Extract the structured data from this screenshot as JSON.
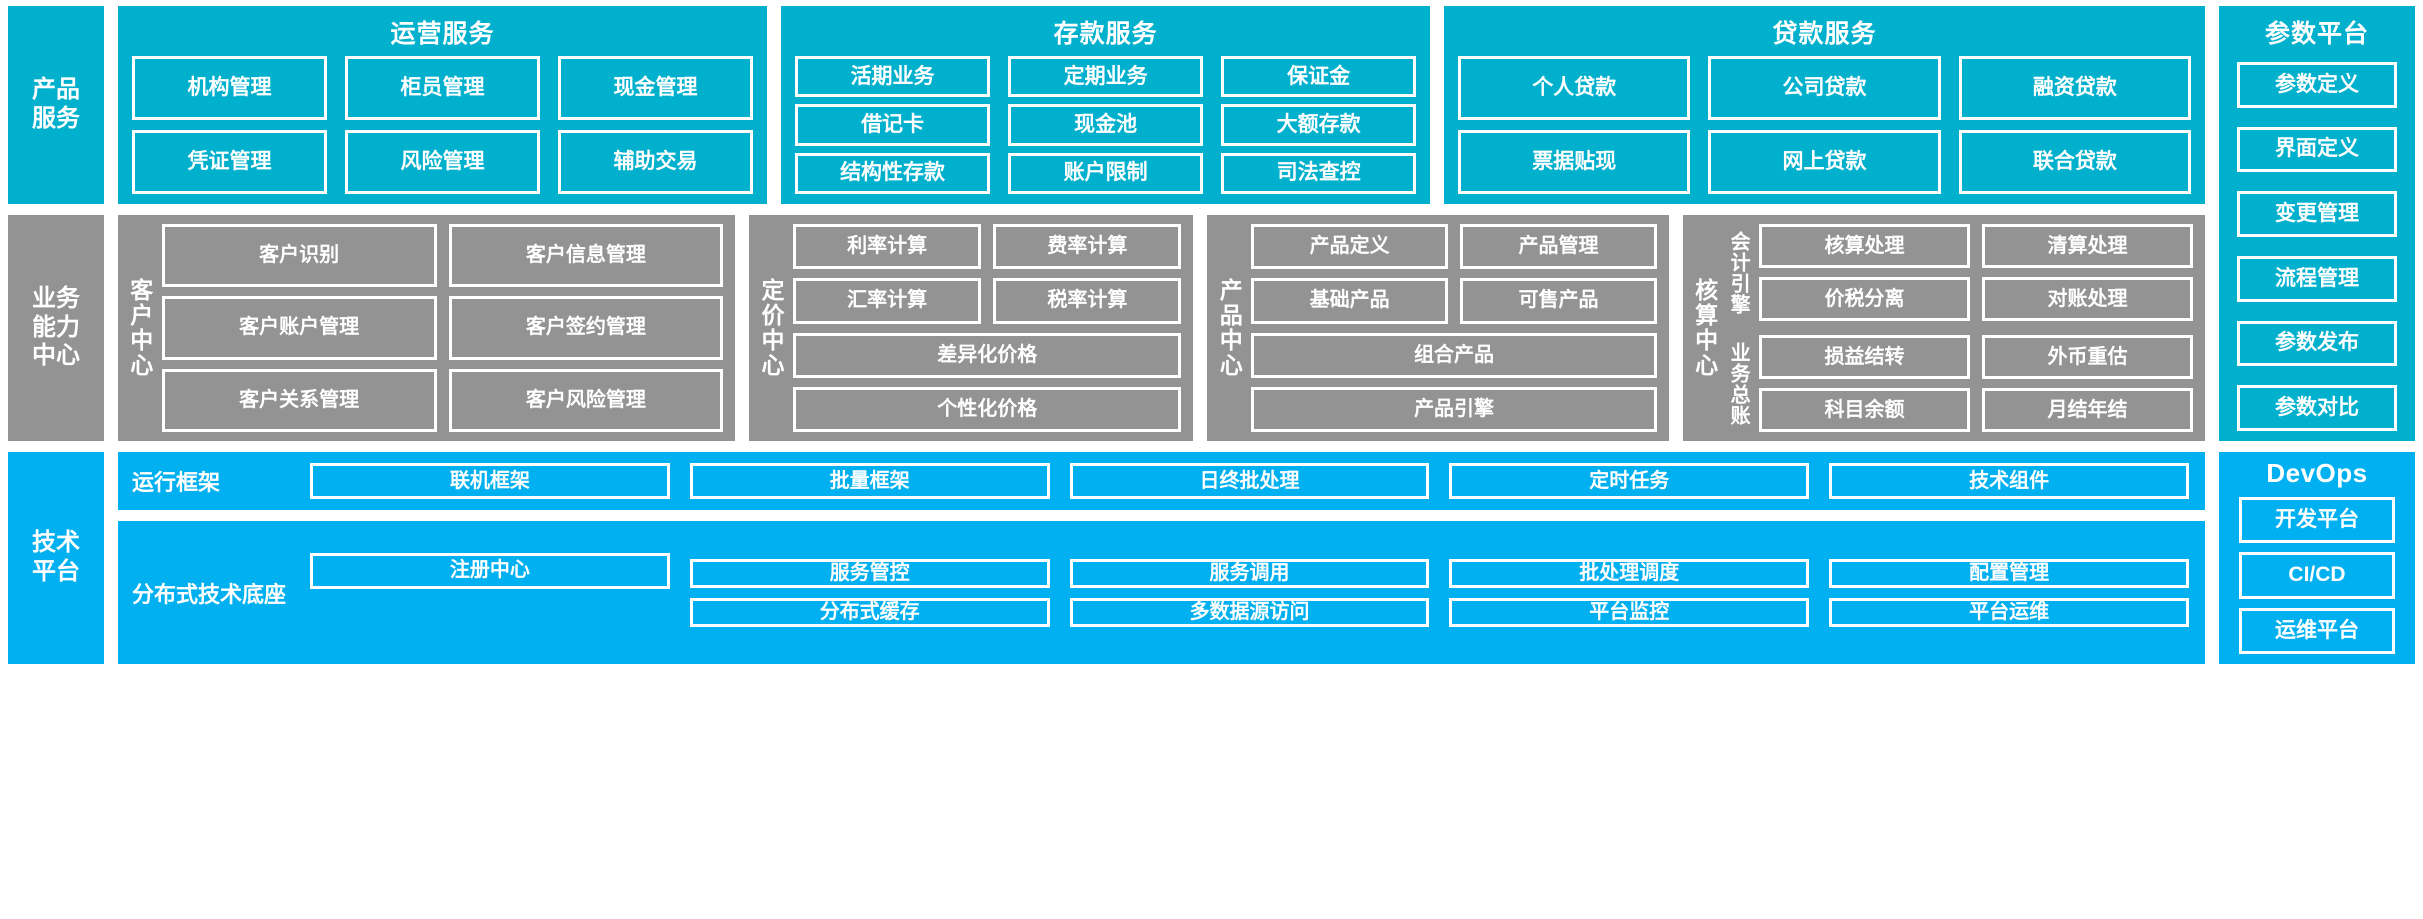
{
  "product_services": {
    "row_label": "产品\n服务",
    "groups": [
      {
        "title": "运营服务",
        "rows": [
          [
            "机构管理",
            "柜员管理",
            "现金管理"
          ],
          [
            "凭证管理",
            "风险管理",
            "辅助交易"
          ]
        ]
      },
      {
        "title": "存款服务",
        "rows": [
          [
            "活期业务",
            "定期业务",
            "保证金"
          ],
          [
            "借记卡",
            "现金池",
            "大额存款"
          ],
          [
            "结构性存款",
            "账户限制",
            "司法查控"
          ]
        ]
      },
      {
        "title": "贷款服务",
        "rows": [
          [
            "个人贷款",
            "公司贷款",
            "融资贷款"
          ],
          [
            "票据贴现",
            "网上贷款",
            "联合贷款"
          ]
        ]
      }
    ]
  },
  "parameter_platform": {
    "title": "参数平台",
    "items": [
      "参数定义",
      "界面定义",
      "变更管理",
      "流程管理",
      "参数发布",
      "参数对比"
    ]
  },
  "business_capability": {
    "row_label": "业务\n能力\n中心",
    "centers": [
      {
        "label": "客户中心",
        "rows": [
          [
            "客户识别",
            "客户信息管理"
          ],
          [
            "客户账户管理",
            "客户签约管理"
          ],
          [
            "客户关系管理",
            "客户风险管理"
          ]
        ]
      },
      {
        "label": "定价中心",
        "rows": [
          [
            "利率计算",
            "费率计算"
          ],
          [
            "汇率计算",
            "税率计算"
          ],
          [
            "差异化价格"
          ],
          [
            "个性化价格"
          ]
        ]
      },
      {
        "label": "产品中心",
        "rows": [
          [
            "产品定义",
            "产品管理"
          ],
          [
            "基础产品",
            "可售产品"
          ],
          [
            "组合产品"
          ],
          [
            "产品引擎"
          ]
        ]
      },
      {
        "label": "核算中心",
        "subgroups": [
          {
            "label": "会计引擎",
            "rows": [
              [
                "核算处理",
                "清算处理"
              ],
              [
                "价税分离",
                "对账处理"
              ]
            ]
          },
          {
            "label": "业务总账",
            "rows": [
              [
                "损益结转",
                "外币重估"
              ],
              [
                "科目余额",
                "月结年结"
              ]
            ]
          }
        ]
      }
    ]
  },
  "technology_platform": {
    "row_label": "技术\n平台",
    "bands": [
      {
        "label": "运行框架",
        "items": [
          "联机框架",
          "批量框架",
          "日终批处理",
          "定时任务",
          "技术组件"
        ]
      },
      {
        "label": "分布式技术底座",
        "feature": "注册中心",
        "columns": [
          [
            "服务管控",
            "分布式缓存"
          ],
          [
            "服务调用",
            "多数据源访问"
          ],
          [
            "批处理调度",
            "平台监控"
          ],
          [
            "配置管理",
            "平台运维"
          ]
        ]
      }
    ]
  },
  "devops": {
    "title": "DevOps",
    "items": [
      "开发平台",
      "CI/CD",
      "运维平台"
    ]
  },
  "colors": {
    "product_cyan": "#00B0CC",
    "capability_gray": "#939393",
    "tech_blue": "#00B0F0",
    "chip_border": "#FFFFFF",
    "text": "#FFFFFF",
    "page_background": "#FFFFFF"
  }
}
